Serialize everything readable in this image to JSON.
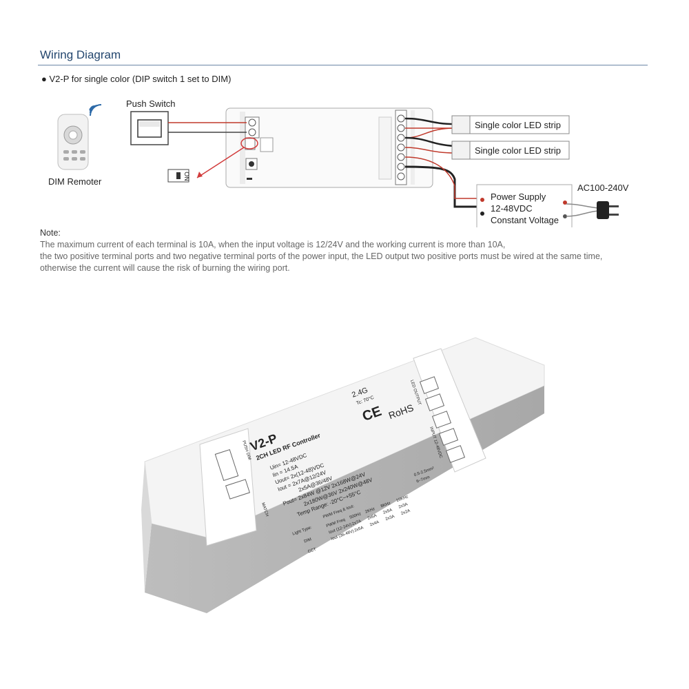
{
  "header": {
    "title": "Wiring Diagram",
    "subtitle": "● V2-P for single color (DIP switch 1 set to DIM)"
  },
  "diagram": {
    "push_switch_label": "Push Switch",
    "remote_label": "DIM Remoter",
    "strip1_label": "Single color LED strip",
    "strip2_label": "Single color LED strip",
    "power_supply_lines": [
      "Power Supply",
      "12-48VDC",
      "Constant Voltage"
    ],
    "ac_label": "AC100-240V",
    "dip_label": "ON"
  },
  "note": {
    "heading": "Note:",
    "lines": [
      "The maximum current of each terminal is 10A, when the input voltage is 12/24V and the working current is more than 10A,",
      "the two positive terminal ports and two negative terminal ports of the power input, the LED output two positive ports must be wired at the same time,",
      "otherwise the current will cause the risk of burning the wiring port."
    ]
  },
  "product": {
    "model": "V2-P",
    "name": "2CH LED RF Controller",
    "freq": "2.4G",
    "tc": "Tc: 70°C",
    "specs": [
      "Uin= 12-48VDC",
      "Iin = 14.5A",
      "Uout= 2x(12-48)VDC",
      "Iout = 2x7A@12/24V",
      "2x5A@36/48V",
      "Pout= 2x84W @12V  2x168W@24V",
      "2x180W@36V  2x240W@48V",
      "Temp Range: -20°C~+55°C"
    ],
    "cert": "RoHS",
    "ce": "CE",
    "light_type": "Light Type:",
    "light_dim": "DIM",
    "light_cct": "CCT",
    "pwm_title": "PWM Freq & Iout:",
    "pwm_rows": [
      [
        "PWM Freq",
        "500Hz",
        "2KHz",
        "8KHz",
        "16KHz"
      ],
      [
        "Iout (12-24V)",
        "2x7A",
        "2x6A",
        "2x5A",
        "2x3A"
      ],
      [
        "Iout (36-48V)",
        "2x5A",
        "2x4A",
        "2x3A",
        "2x2A"
      ]
    ],
    "push_dim": "PUSH DIM",
    "match": "MATCH",
    "led_output": "LED OUTPUT",
    "input_label": "INPUT 12-48VDC",
    "wire_size": "0.5-2.5mm²",
    "strip_len": "6~7mm"
  }
}
